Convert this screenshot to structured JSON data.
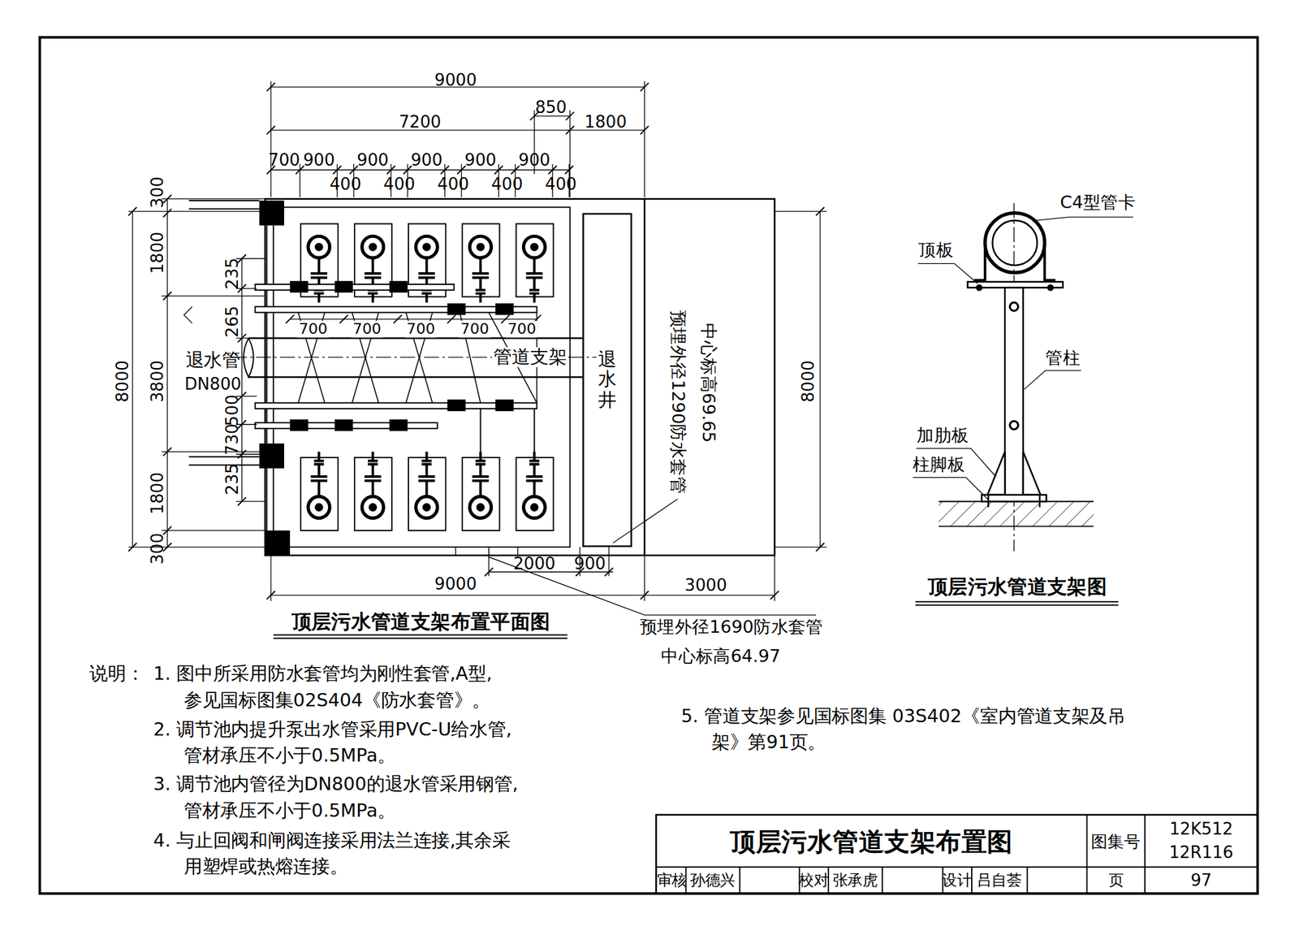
{
  "diagram": {
    "title": "顶层污水管道支架布置图",
    "nodes": [
      {
        "text": [
          "退水井"
        ]
      }
    ],
    "labels": [
      "9000",
      "850",
      "7200",
      "1800",
      "700",
      "900",
      "900",
      "900",
      "900",
      "900",
      "400",
      "400",
      "400",
      "400",
      "400",
      "300",
      "1800",
      "235",
      "265",
      "8000",
      "3800",
      "500",
      "730",
      "235",
      "1800",
      "300",
      "700",
      "700",
      "700",
      "700",
      "700",
      "退水管",
      "DN800",
      "管道支架",
      "预埋外径1290防水套管",
      "中心标高69.65",
      "8000",
      "2000",
      "900",
      "9000",
      "3000",
      "顶层污水管道支架布置平面图",
      "预埋外径1690防水套管",
      "中心标高64.97",
      "C4型管卡",
      "顶板",
      "管柱",
      "加肋板",
      "柱脚板",
      "顶层污水管道支架图",
      "说明：",
      "1. 图中所采用防水套管均为刚性套管,A型, 参见国标图集02S404《防水套管》。",
      "2. 调节池内提升泵出水管采用PVC-U给水管, 管材承压不小于0.5MPa。",
      "3. 调节池内管径为DN800的退水管采用钢管, 管材承压不小于0.5MPa。",
      "4. 与止回阀和闸阀连接采用法兰连接,其余采 用塑焊或热熔连接。",
      "5. 管道支架参见国标图集 03S402《室内管道支架及吊 架》第91页。",
      "图集号",
      "12K512",
      "12R116",
      "审核",
      "孙德兴",
      "校对",
      "张承虎",
      "设计",
      "吕自荟",
      "页",
      "97"
    ]
  }
}
